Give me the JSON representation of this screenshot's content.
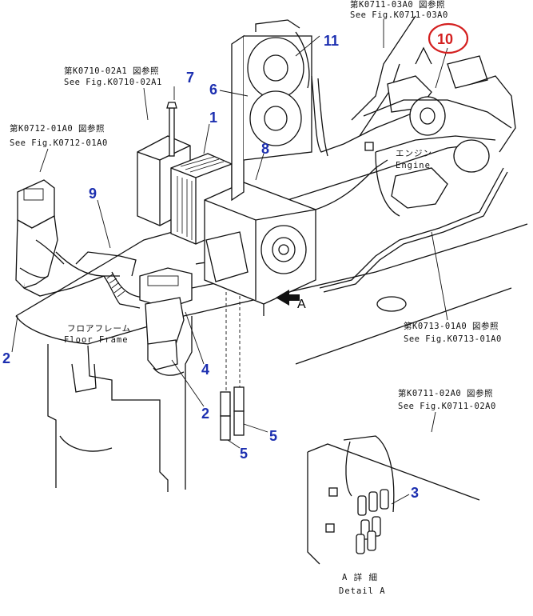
{
  "references": {
    "k0711_03a0_jp": "第K0711-03A0 図参照",
    "k0711_03a0_en": "See Fig.K0711-03A0",
    "k0710_02a1_jp": "第K0710-02A1 図参照",
    "k0710_02a1_en": "See Fig.K0710-02A1",
    "k0712_01a0_jp": "第K0712-01A0 図参照",
    "k0712_01a0_en": "See Fig.K0712-01A0",
    "k0713_01a0_jp": "第K0713-01A0 図参照",
    "k0713_01a0_en": "See Fig.K0713-01A0",
    "k0711_02a0_jp": "第K0711-02A0 図参照",
    "k0711_02a0_en": "See Fig.K0711-02A0"
  },
  "labels": {
    "engine_jp": "エンジン",
    "engine_en": "Engine",
    "floor_frame_jp": "フロアフレーム",
    "floor_frame_en": "Floor Frame",
    "view_a": "A",
    "detail_a_jp": "A 詳 細",
    "detail_a_en": "Detail A"
  },
  "callouts": {
    "p1": "1",
    "p2a": "2",
    "p2b": "2",
    "p3": "3",
    "p4": "4",
    "p5a": "5",
    "p5b": "5",
    "p6": "6",
    "p7": "7",
    "p8": "8",
    "p9": "9",
    "p10": "10",
    "p11": "11"
  },
  "colors": {
    "callout": "#1c2fb0",
    "highlight": "#d42020",
    "line": "#111111"
  }
}
